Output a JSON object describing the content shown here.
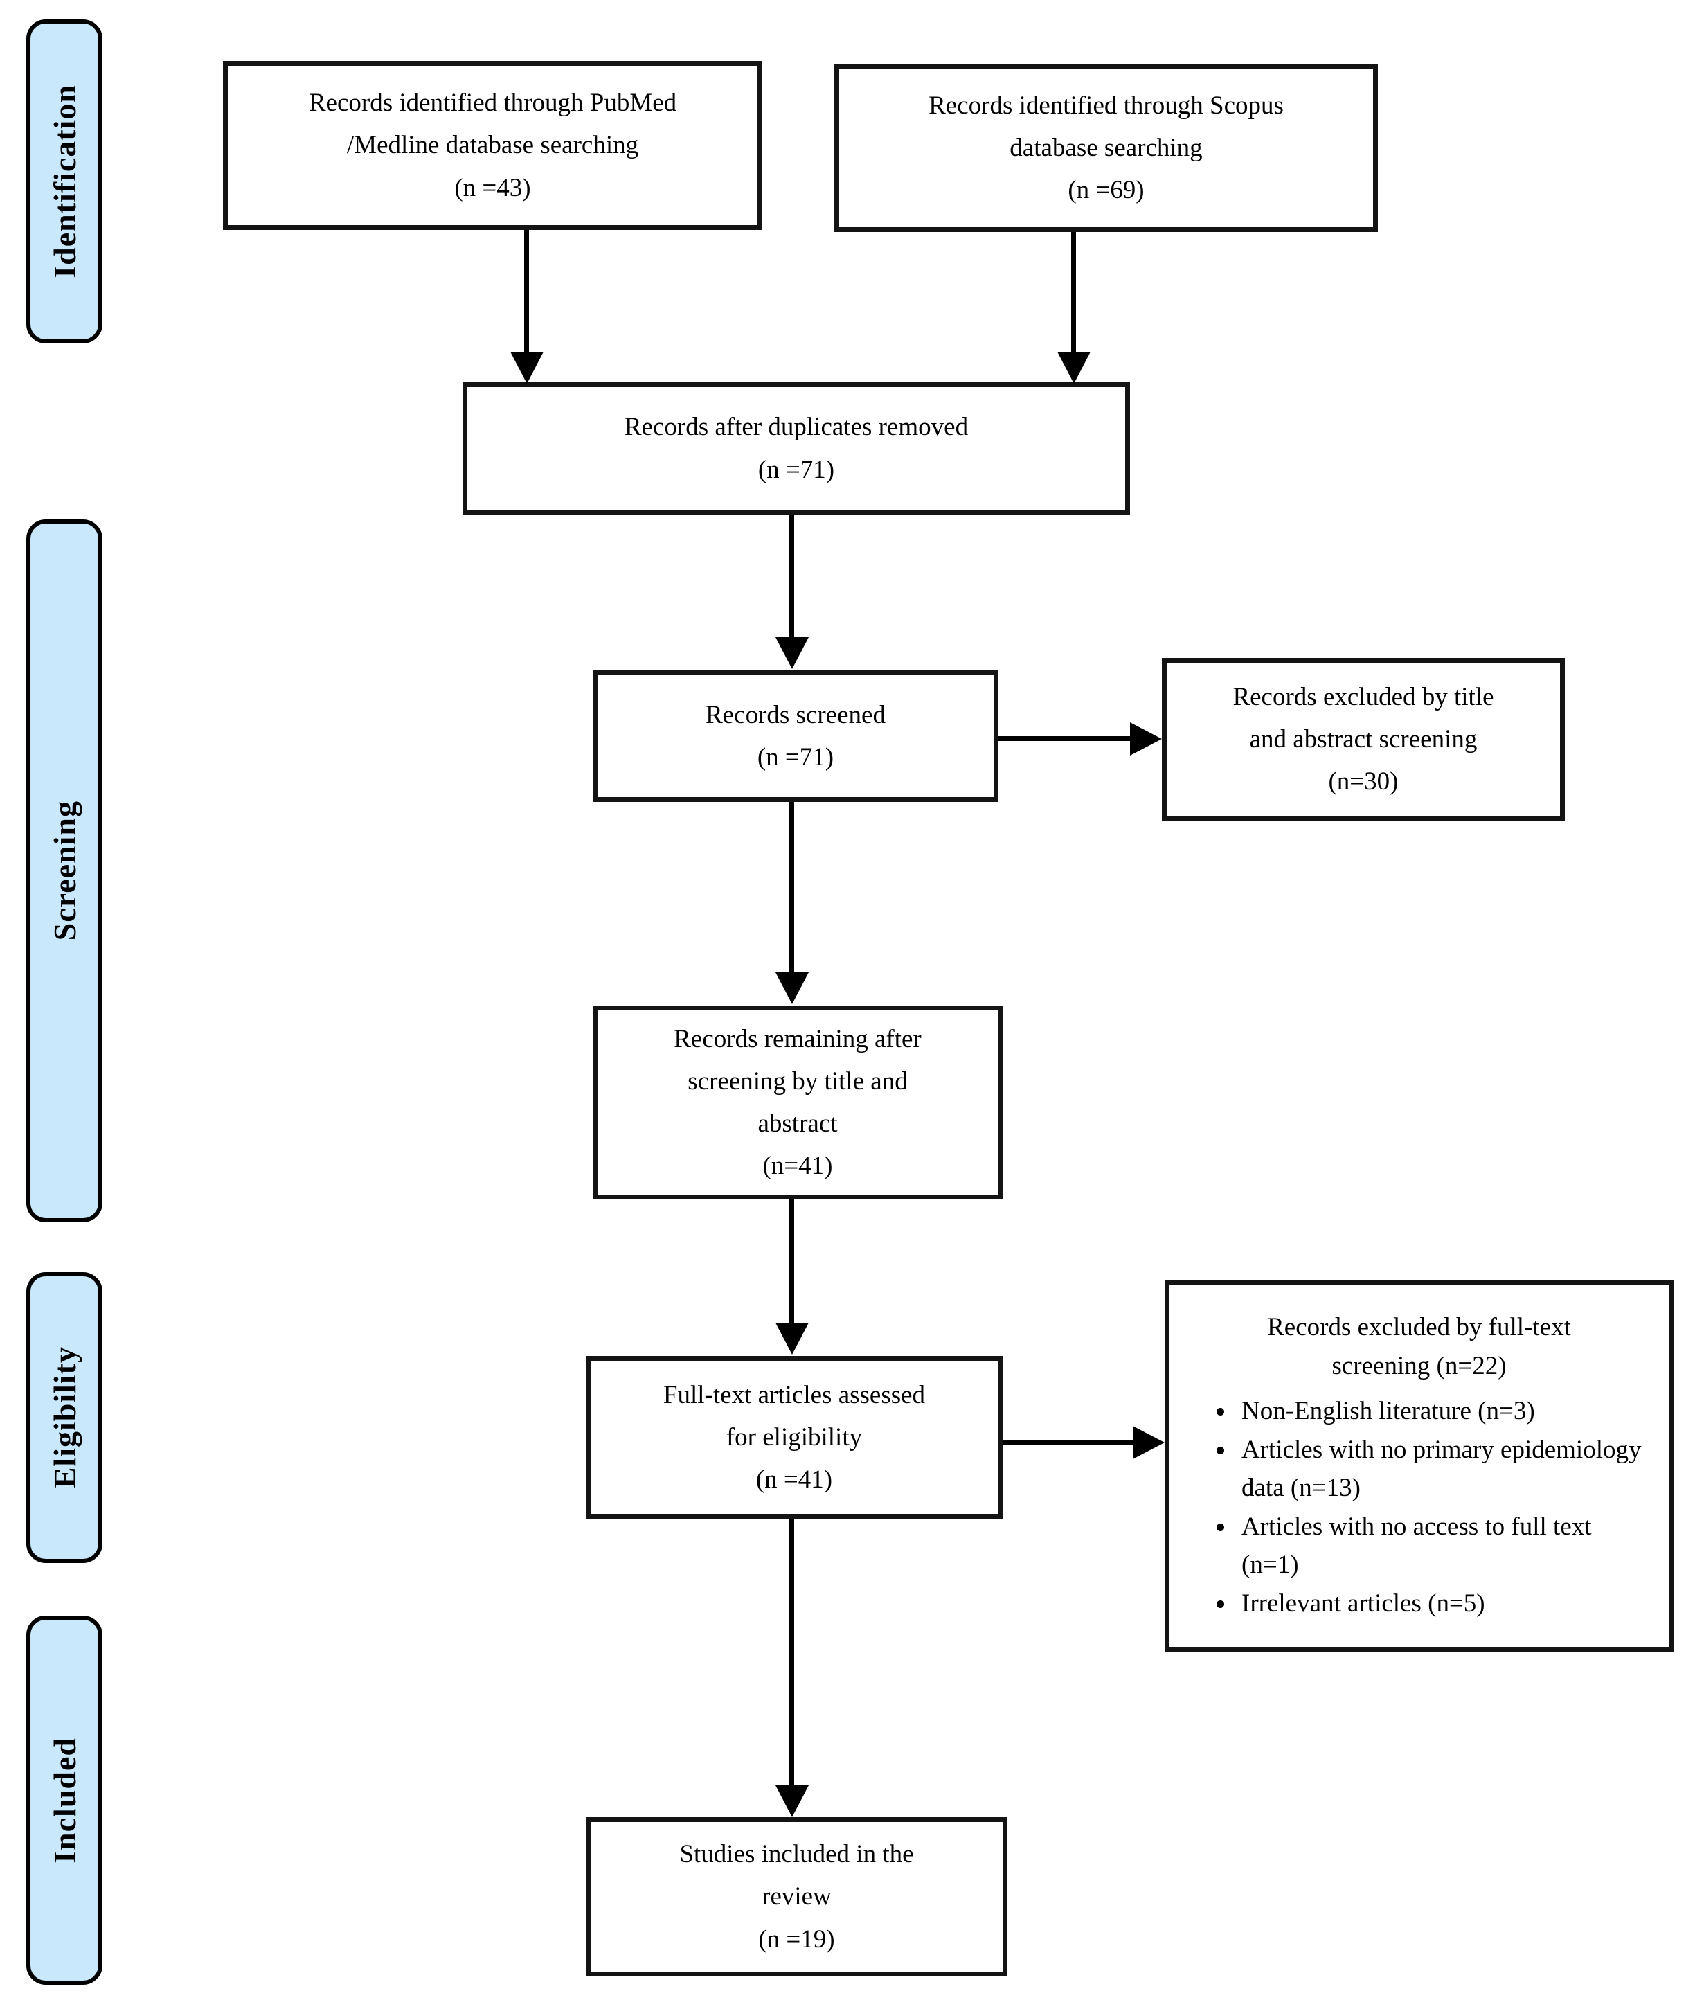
{
  "diagram": {
    "type": "prisma-flowchart",
    "colors": {
      "stage_fill": "#c9e8fb",
      "stage_border": "#000000",
      "box_border": "#141414",
      "background": "#ffffff",
      "text": "#000000"
    },
    "stages": [
      {
        "label": "Identification"
      },
      {
        "label": "Screening"
      },
      {
        "label": "Eligibility"
      },
      {
        "label": "Included"
      }
    ],
    "boxes": {
      "pubmed": {
        "lines": [
          "Records identified through PubMed",
          "/Medline database searching",
          "(n =43)"
        ]
      },
      "scopus": {
        "lines": [
          "Records identified through Scopus",
          "database searching",
          "(n =69)"
        ]
      },
      "duplicates_removed": {
        "lines": [
          "Records after duplicates removed",
          "(n =71)"
        ]
      },
      "records_screened": {
        "lines": [
          "Records screened",
          "(n =71)"
        ]
      },
      "excluded_title_abstract": {
        "lines": [
          "Records excluded by title",
          "and abstract screening",
          "(n=30)"
        ]
      },
      "remaining_after_screening": {
        "lines": [
          "Records remaining after",
          "screening by title and",
          "abstract",
          "(n=41)"
        ]
      },
      "fulltext_assessed": {
        "lines": [
          "Full-text articles assessed",
          "for eligibility",
          "(n =41)"
        ]
      },
      "excluded_fulltext": {
        "heading_lines": [
          "Records excluded by full-text",
          "screening (n=22)"
        ],
        "bullets": [
          "Non-English literature (n=3)",
          "Articles with no primary epidemiology data (n=13)",
          "Articles with no access to full text (n=1)",
          "Irrelevant articles (n=5)"
        ]
      },
      "studies_included": {
        "lines": [
          "Studies included in the",
          "review",
          "(n =19)"
        ]
      }
    }
  }
}
